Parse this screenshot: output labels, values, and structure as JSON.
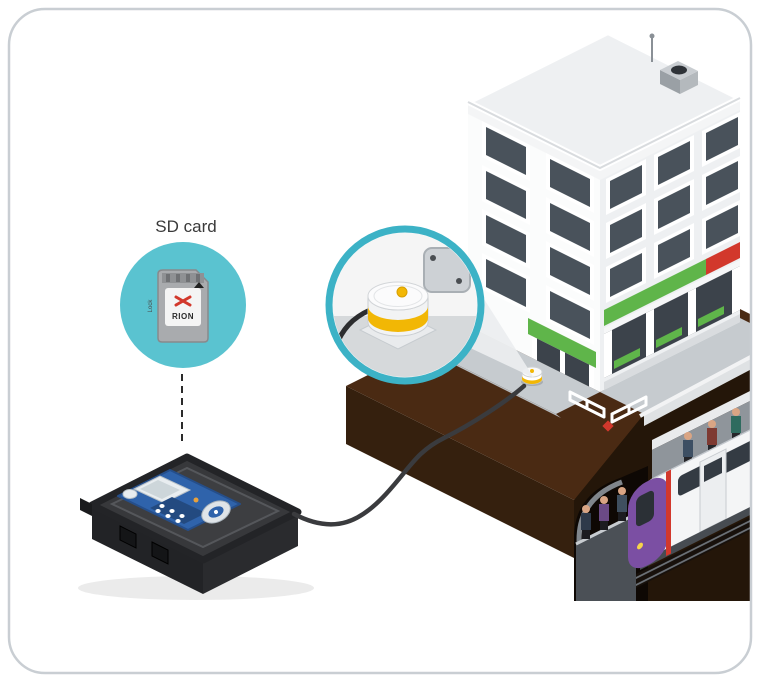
{
  "labels": {
    "sd_card": "SD card",
    "sd_brand": "RION",
    "sd_lock": "Lock"
  },
  "colors": {
    "ring_teal": "#3cb2c6",
    "circle_teal": "#5ac3d0",
    "awning_green": "#5fb54a",
    "accent_red": "#d2382c",
    "ground_brown": "#4a2a13",
    "soil_dark": "#35200e",
    "under_dark": "#241609",
    "tunnel_dark": "#0e0804",
    "plaza_gray": "#c6cbcf",
    "window_gray": "#49525b",
    "device_blue": "#2f63ab",
    "case_dark": "#37383b",
    "case_side_dark": "#222326",
    "train_purple": "#7b4fa3",
    "sensor_yellow": "#f2b705",
    "building_white": "#fbfcfc",
    "building_side": "#eef0f2",
    "roof_white": "#eef0f2"
  }
}
